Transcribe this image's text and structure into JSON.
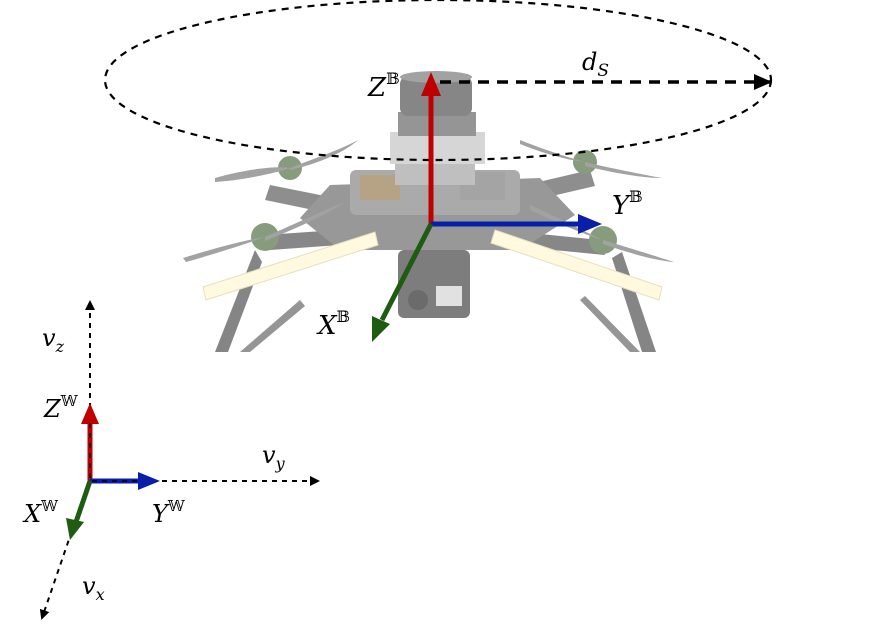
{
  "labels": {
    "distance": "d",
    "distance_sub": "S",
    "body_z": "Z",
    "body_y": "Y",
    "body_x": "X",
    "body_sup": "𝔹",
    "world_z": "Z",
    "world_y": "Y",
    "world_x": "X",
    "world_sup": "𝕎",
    "vz": "v",
    "vz_sub": "z",
    "vy": "v",
    "vy_sub": "y",
    "vx": "v",
    "vx_sub": "x"
  },
  "colors": {
    "z_axis": "#c00000",
    "y_axis": "#0a1fa8",
    "x_axis": "#1f5c12",
    "dashed": "#000000",
    "drone_body": "#7d7d7d",
    "drone_dark": "#4a4a4a",
    "arm_highlight": "#fff6cc"
  }
}
